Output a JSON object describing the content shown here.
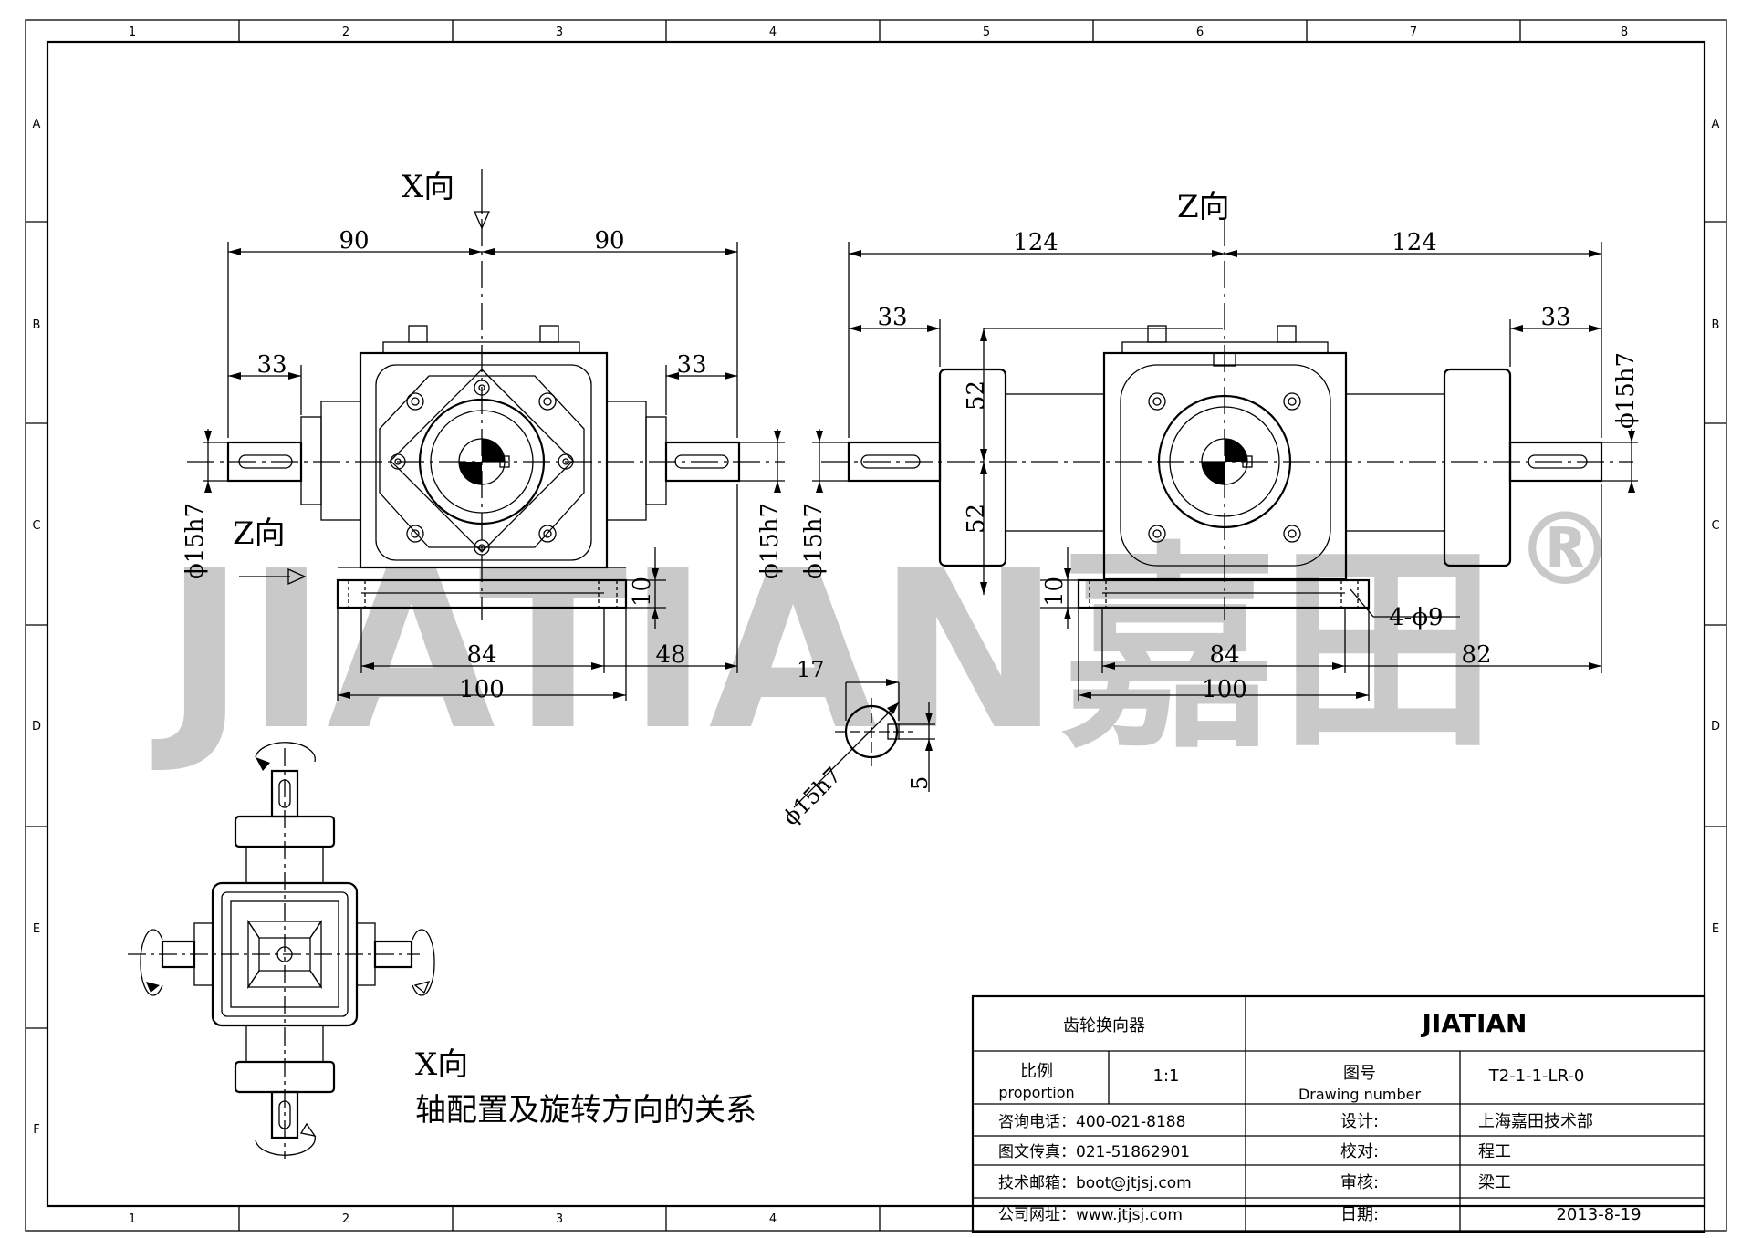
{
  "grid": {
    "columns": [
      "1",
      "2",
      "3",
      "4",
      "5",
      "6",
      "7",
      "8"
    ],
    "rows": [
      "A",
      "B",
      "C",
      "D",
      "E",
      "F"
    ]
  },
  "watermark": {
    "brand": "JIATIAN嘉田",
    "mark": "®"
  },
  "views": {
    "x_dir_label": "X向",
    "z_dir_label_top": "Z向",
    "z_dir_label_left": "Z向"
  },
  "dimensions": {
    "left_half_a": "90",
    "left_half_b": "90",
    "left_shaft_a": "33",
    "left_shaft_b": "33",
    "left_dia_a": "ϕ15h7",
    "left_dia_b": "ϕ15h7",
    "left_height": "10",
    "left_base_inner": "84",
    "left_base_outer": "100",
    "left_base_side": "48",
    "right_half_a": "124",
    "right_half_b": "124",
    "right_shaft_a": "33",
    "right_shaft_b": "33",
    "right_dia_a": "ϕ15h7",
    "right_dia_b": "ϕ15h7",
    "right_upper": "52",
    "right_lower": "52",
    "right_height": "10",
    "right_holes": "4-ϕ9",
    "right_base_inner": "84",
    "right_base_outer": "100",
    "right_side": "82",
    "key_width": "17",
    "key_depth": "5",
    "key_dia": "ϕ15h7"
  },
  "notes": {
    "x_dir": "X向",
    "relation": "轴配置及旋转方向的关系"
  },
  "title_block": {
    "product": "齿轮换向器",
    "brand": "JIATIAN",
    "scale_label": "比例",
    "scale_label_en": "proportion",
    "scale_value": "1:1",
    "drawing_no_label": "图号",
    "drawing_no_label_en": "Drawing number",
    "drawing_no": "T2-1-1-LR-0",
    "phone": "咨询电话：400-021-8188",
    "fax": "图文传真：021-51862901",
    "email": "技术邮箱：boot@jtjsj.com",
    "website": "公司网址：www.jtjsj.com",
    "design_label": "设计:",
    "design_value": "上海嘉田技术部",
    "check_label": "校对:",
    "check_value": "程工",
    "review_label": "审核:",
    "review_value": "梁工",
    "date_label": "日期:",
    "date_value": "2013-8-19"
  }
}
